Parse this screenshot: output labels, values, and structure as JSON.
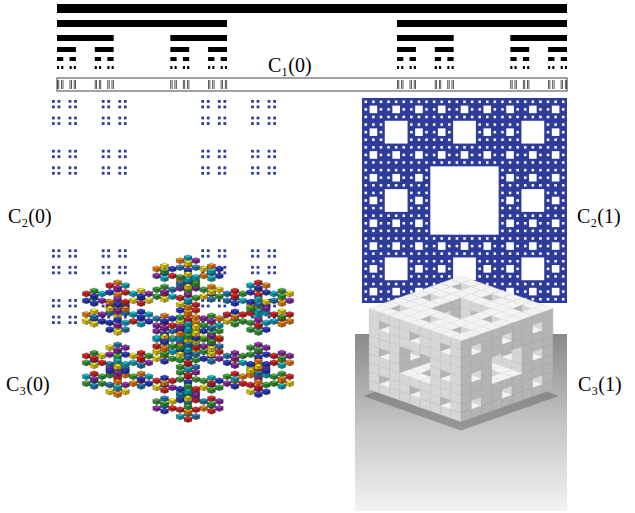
{
  "diagram": {
    "labels": [
      "C₁(0)",
      "C₂(0)",
      "C₂(1)",
      "C₃(0)",
      "C₃(1)"
    ]
  }
}
